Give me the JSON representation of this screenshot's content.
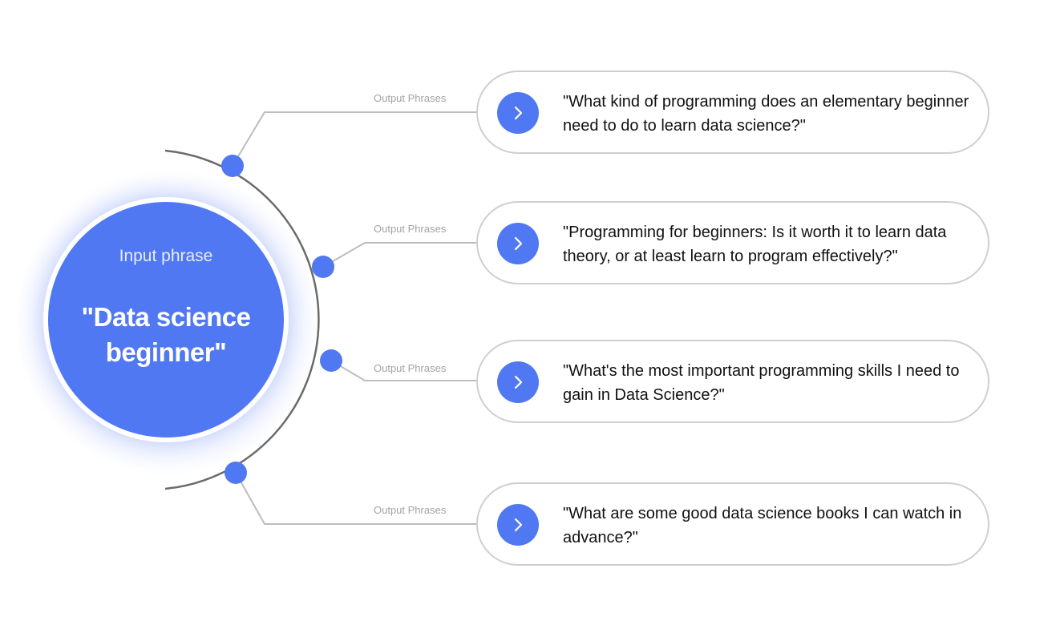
{
  "input": {
    "label": "Input phrase",
    "phrase": "\"Data science beginner\""
  },
  "outputs": [
    {
      "label": "Output Phrases",
      "text": "\"What kind of programming does an elementary beginner need to do to learn data science?\""
    },
    {
      "label": "Output Phrases",
      "text": "\"Programming for beginners: Is it worth it to learn data theory, or at least learn to program effectively?\""
    },
    {
      "label": "Output Phrases",
      "text": "\"What's the most important programming skills I need to gain in Data Science?\""
    },
    {
      "label": "Output Phrases",
      "text": "\"What are some good data science books I can watch in advance?\""
    }
  ],
  "icons": {
    "output_button": "chevron-right-icon"
  },
  "colors": {
    "accent": "#4f78f2",
    "pill_border": "#cfcfcf",
    "connector": "#bdbdbd",
    "arc": "#6b6b6b",
    "label_text": "#a3a3a3"
  }
}
